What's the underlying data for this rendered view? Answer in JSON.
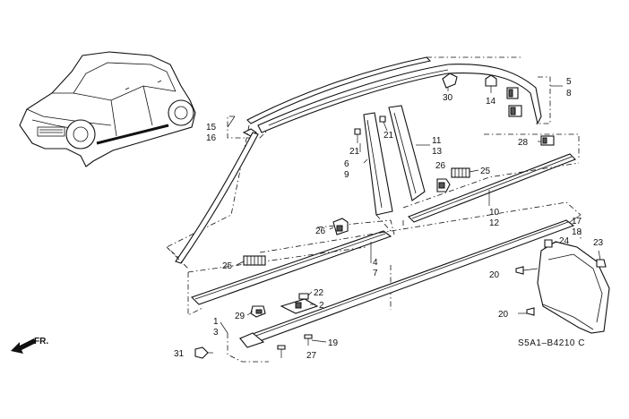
{
  "diagram": {
    "code": "S5A1–B4210 C",
    "direction": "FR.",
    "callouts": [
      {
        "id": "c5",
        "text": "5"
      },
      {
        "id": "c8",
        "text": "8"
      },
      {
        "id": "c30",
        "text": "30"
      },
      {
        "id": "c14",
        "text": "14"
      },
      {
        "id": "c15",
        "text": "15"
      },
      {
        "id": "c16",
        "text": "16"
      },
      {
        "id": "c21a",
        "text": "21"
      },
      {
        "id": "c21b",
        "text": "21"
      },
      {
        "id": "c6",
        "text": "6"
      },
      {
        "id": "c9",
        "text": "9"
      },
      {
        "id": "c11",
        "text": "11"
      },
      {
        "id": "c13",
        "text": "13"
      },
      {
        "id": "c28",
        "text": "28"
      },
      {
        "id": "c26a",
        "text": "26"
      },
      {
        "id": "c25a",
        "text": "25"
      },
      {
        "id": "c10",
        "text": "10"
      },
      {
        "id": "c12",
        "text": "12"
      },
      {
        "id": "c26b",
        "text": "26"
      },
      {
        "id": "c25b",
        "text": "25"
      },
      {
        "id": "c4",
        "text": "4"
      },
      {
        "id": "c7",
        "text": "7"
      },
      {
        "id": "c17",
        "text": "17"
      },
      {
        "id": "c18",
        "text": "18"
      },
      {
        "id": "c24",
        "text": "24"
      },
      {
        "id": "c23",
        "text": "23"
      },
      {
        "id": "c20a",
        "text": "20"
      },
      {
        "id": "c22",
        "text": "22"
      },
      {
        "id": "c2",
        "text": "2"
      },
      {
        "id": "c29",
        "text": "29"
      },
      {
        "id": "c1",
        "text": "1"
      },
      {
        "id": "c3",
        "text": "3"
      },
      {
        "id": "c20b",
        "text": "20"
      },
      {
        "id": "c19",
        "text": "19"
      },
      {
        "id": "c31",
        "text": "31"
      },
      {
        "id": "c27",
        "text": "27"
      }
    ]
  }
}
